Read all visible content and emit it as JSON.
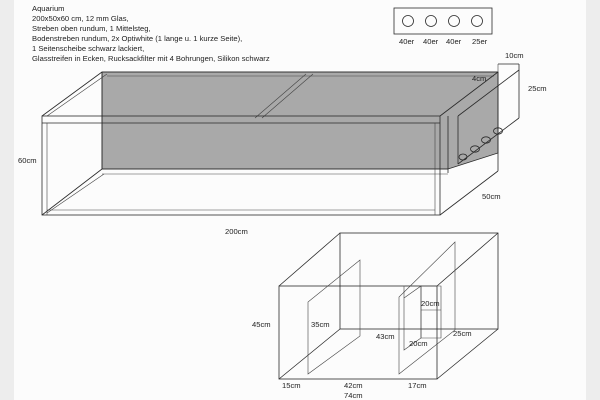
{
  "description": {
    "lines": [
      "Aquarium",
      "200x50x60 cm, 12 mm Glas,",
      "Streben oben rundum, 1 Mittelsteg,",
      "Bodenstreben rundum, 2x Optiwhite (1 lange u. 1 kurze Seite),",
      "1 Seitenscheibe schwarz lackiert,",
      "Glasstreifen in Ecken, Rucksackfilter mit 4 Bohrungen, Silikon schwarz"
    ]
  },
  "holes": {
    "labels": [
      "40er",
      "40er",
      "40er",
      "25er"
    ]
  },
  "aquarium": {
    "width": "200cm",
    "height": "60cm",
    "depth": "50cm",
    "filter_depth": "10cm",
    "filter_height": "25cm",
    "inner_strip": "4cm",
    "glass_color": "#a9a9a9"
  },
  "filter_detail": {
    "height": "45cm",
    "chamber_height": "35cm",
    "chamber_a": "15cm",
    "chamber_b": "42cm",
    "chamber_c": "17cm",
    "total_length": "74cm",
    "depth": "25cm",
    "inner_height": "43cm",
    "inner_top": "20cm",
    "inner_bottom": "20cm"
  }
}
